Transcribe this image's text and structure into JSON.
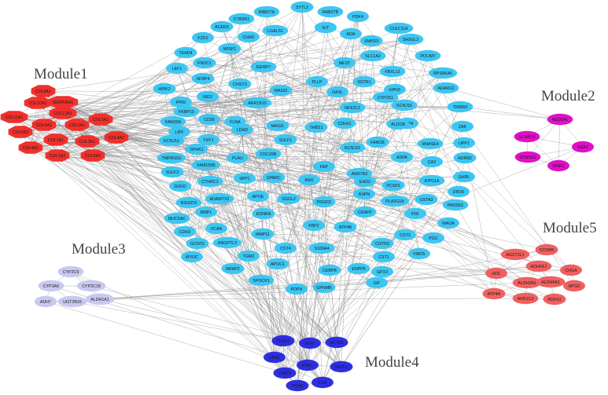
{
  "modules": [
    {
      "name": "Module1",
      "color": "#f0302c",
      "shape": "octagon",
      "genes": [
        "COL8A1",
        "SERPINH1",
        "COL10A1",
        "COL12A1",
        "COL5A1",
        "COL11A1",
        "COL6A1",
        "COL2A1",
        "COL6A3",
        "COL1A1",
        "COL3A1",
        "COL4A2",
        "COL4A1",
        "COL1A2",
        "COL5A2"
      ]
    },
    {
      "name": "Module2",
      "color": "#e010c8",
      "shape": "ellipse",
      "genes": [
        "NEDD4L",
        "SCNN1B",
        "SGK1",
        "SCNN1G",
        "WNK2"
      ]
    },
    {
      "name": "Module3",
      "color": "#c8c8f0",
      "shape": "ellipse",
      "genes": [
        "CYP2C9",
        "CYP3A5",
        "CYP2C18",
        "ADH7",
        "UGT2B15",
        "ALDH1A1"
      ]
    },
    {
      "name": "Module4",
      "color": "#2e2ee0",
      "shape": "ellipse",
      "genes": [
        "THBS2",
        "BGN",
        "ACTN1",
        "FBN1",
        "KNG1",
        "SEPP1",
        "TIMP3",
        "ITGA5",
        "FGA"
      ]
    },
    {
      "name": "Module5",
      "color": "#f06060",
      "shape": "ellipse",
      "genes": [
        "CCKBR",
        "AGXT2L1",
        "ADHFE1",
        "CHGA",
        "HDC",
        "ALDH3A1",
        "ALDH6A1",
        "HPGD",
        "ATP4A",
        "AKR1C3",
        "RDH12"
      ]
    },
    {
      "name": "",
      "color": "#3dc6f2",
      "shape": "ellipse",
      "genes": [
        "RAB27A",
        "SYTL2",
        "RAB27B",
        "CYB5R1",
        "PDK4",
        "ACER2",
        "KIT",
        "LGALS1",
        "ADA",
        "CLEC11A",
        "FZD2",
        "CHAD",
        "SMPD3",
        "SH3GL2",
        "TEAD4",
        "WISP1",
        "SLC1A2",
        "PDLIM7",
        "LEF1",
        "FNDC1",
        "MEST",
        "FBXL13",
        "RPS6KA6",
        "HIPK2",
        "SFRP4",
        "IGFBP7",
        "PLLP",
        "CHSY3",
        "ADAM12",
        "SSTR1",
        "PPID",
        "NID2",
        "MAGI3",
        "OASL",
        "EPN3",
        "FKBP10",
        "AKR1B10",
        "CYP2S1",
        "NFE2L2",
        "KCNJ16",
        "TRIM50",
        "FAM20A",
        "FLNA",
        "CD36",
        "MAGI1",
        "CDH11",
        "AQP4",
        "LIPF",
        "LDHD",
        "THBS1",
        "ALDOB",
        "ZAK",
        "KCNJ13",
        "THY1",
        "SULF1",
        "KCNJ15",
        "FANCB",
        "RNASE4",
        "UPP1",
        "SPHK1",
        "TMPRSS2",
        "FAM150B",
        "PLAU",
        "CDC25B",
        "FAP",
        "AKR7A3",
        "ASPA",
        "ADRB2",
        "SULF2",
        "CTHRC1",
        "SPP1",
        "SPARC",
        "ANG",
        "EHD2",
        "CA2",
        "GHRL",
        "DGKD",
        "ADAMTS2",
        "APOE",
        "SGOL2",
        "ASPN",
        "PCSK5",
        "ATP11A",
        "DRD5",
        "B3GNT6",
        "BMP1",
        "EDNRA",
        "PDGFD",
        "PLA2G1B",
        "GSTA3",
        "PM20D1",
        "MUC5AC",
        "VCAN",
        "MMP11",
        "FBP2",
        "ATP4B",
        "CENPF",
        "FN1",
        "MAOA",
        "CDH3",
        "GCNT2",
        "ANGPTL3",
        "CST4",
        "S100A4",
        "CNTN3",
        "CST2",
        "PGC",
        "MYOC",
        "TGM2",
        "APOC1",
        "CST1",
        "FMO5",
        "MFAP2",
        "SPOCK1",
        "CEBPB",
        "ENPP5",
        "GPX3",
        "GIF",
        "PDPN",
        "GPNMB"
      ]
    }
  ]
}
